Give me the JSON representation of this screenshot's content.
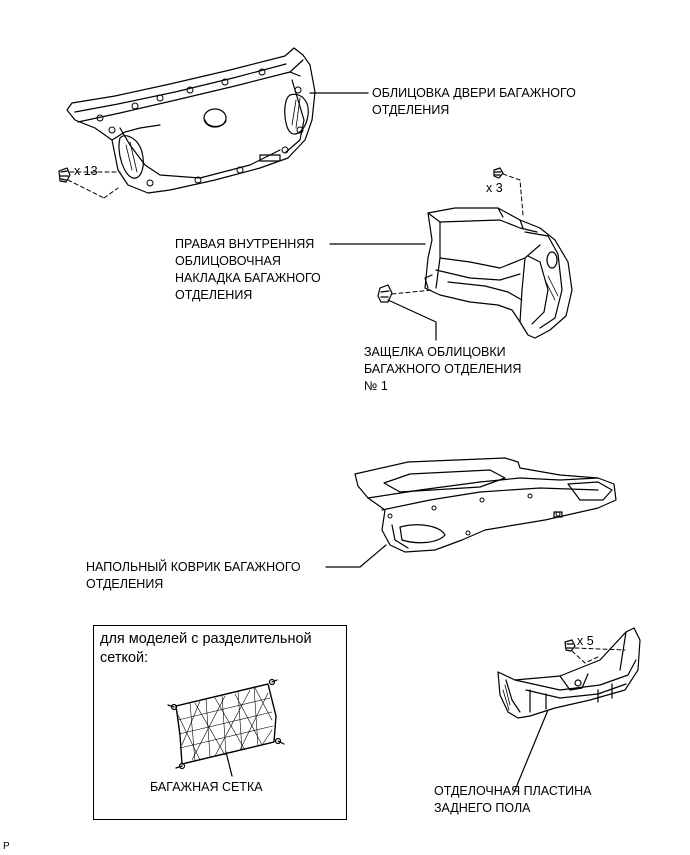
{
  "labels": {
    "trunk_lid_trim": [
      "ОБЛИЦОВКА ДВЕРИ БАГАЖНОГО",
      "ОТДЕЛЕНИЯ"
    ],
    "clip_count_13": "x 13",
    "clip_count_3": "x 3",
    "side_trim": [
      "ПРАВАЯ ВНУТРЕННЯЯ",
      "ОБЛИЦОВОЧНАЯ",
      "НАКЛАДКА БАГАЖНОГО",
      "ОТДЕЛЕНИЯ"
    ],
    "latch": [
      "ЗАЩЕЛКА ОБЛИЦОВКИ",
      "БАГАЖНОГО ОТДЕЛЕНИЯ",
      "№ 1"
    ],
    "floor_mat": [
      "НАПОЛЬНЫЙ КОВРИК БАГАЖНОГО",
      "ОТДЕЛЕНИЯ"
    ],
    "net_box_title": [
      "для моделей с разделительной",
      "сеткой:"
    ],
    "net": "БАГАЖНАЯ СЕТКА",
    "clip_count_5": "x 5",
    "rear_plate": [
      "ОТДЕЛОЧНАЯ ПЛАСТИНА",
      "ЗАДНЕГО ПОЛА"
    ],
    "figure_code": "P"
  }
}
